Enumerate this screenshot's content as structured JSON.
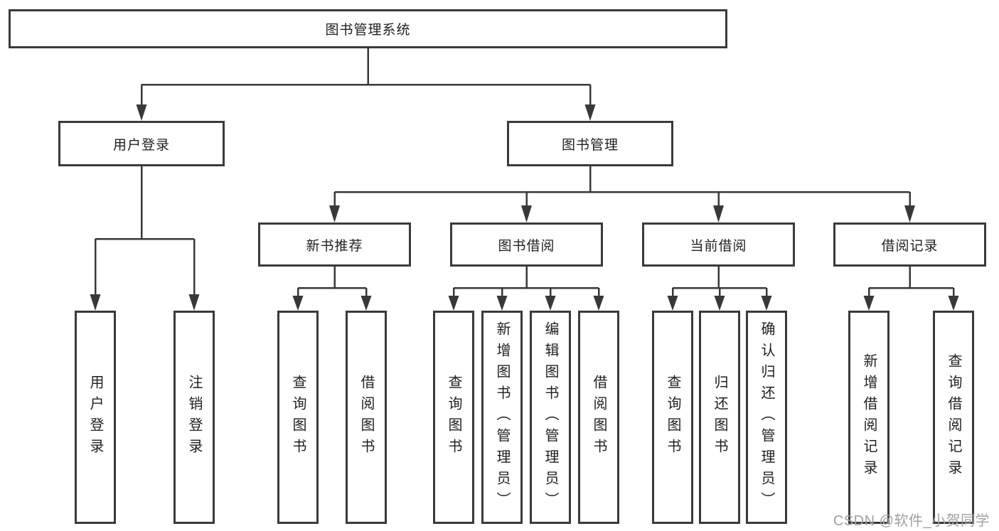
{
  "tree": {
    "root": "图书管理系统",
    "branches": [
      {
        "label": "用户登录",
        "children": [
          "用户登录",
          "注销登录"
        ]
      },
      {
        "label": "图书管理",
        "groups": [
          {
            "label": "新书推荐",
            "children": [
              "查询图书",
              "借阅图书"
            ]
          },
          {
            "label": "图书借阅",
            "children": [
              "查询图书",
              "新增图书（管理员）",
              "编辑图书（管理员）",
              "借阅图书"
            ]
          },
          {
            "label": "当前借阅",
            "children": [
              "查询图书",
              "归还图书",
              "确认归还（管理员）"
            ]
          },
          {
            "label": "借阅记录",
            "children": [
              "新增借阅记录",
              "查询借阅记录"
            ]
          }
        ]
      }
    ]
  },
  "watermark": "CSDN @软件_小贺同学",
  "colors": {
    "line": "#383838",
    "text": "#1f1f1f",
    "watermark": "#a0a0a0",
    "background": "#ffffff"
  }
}
